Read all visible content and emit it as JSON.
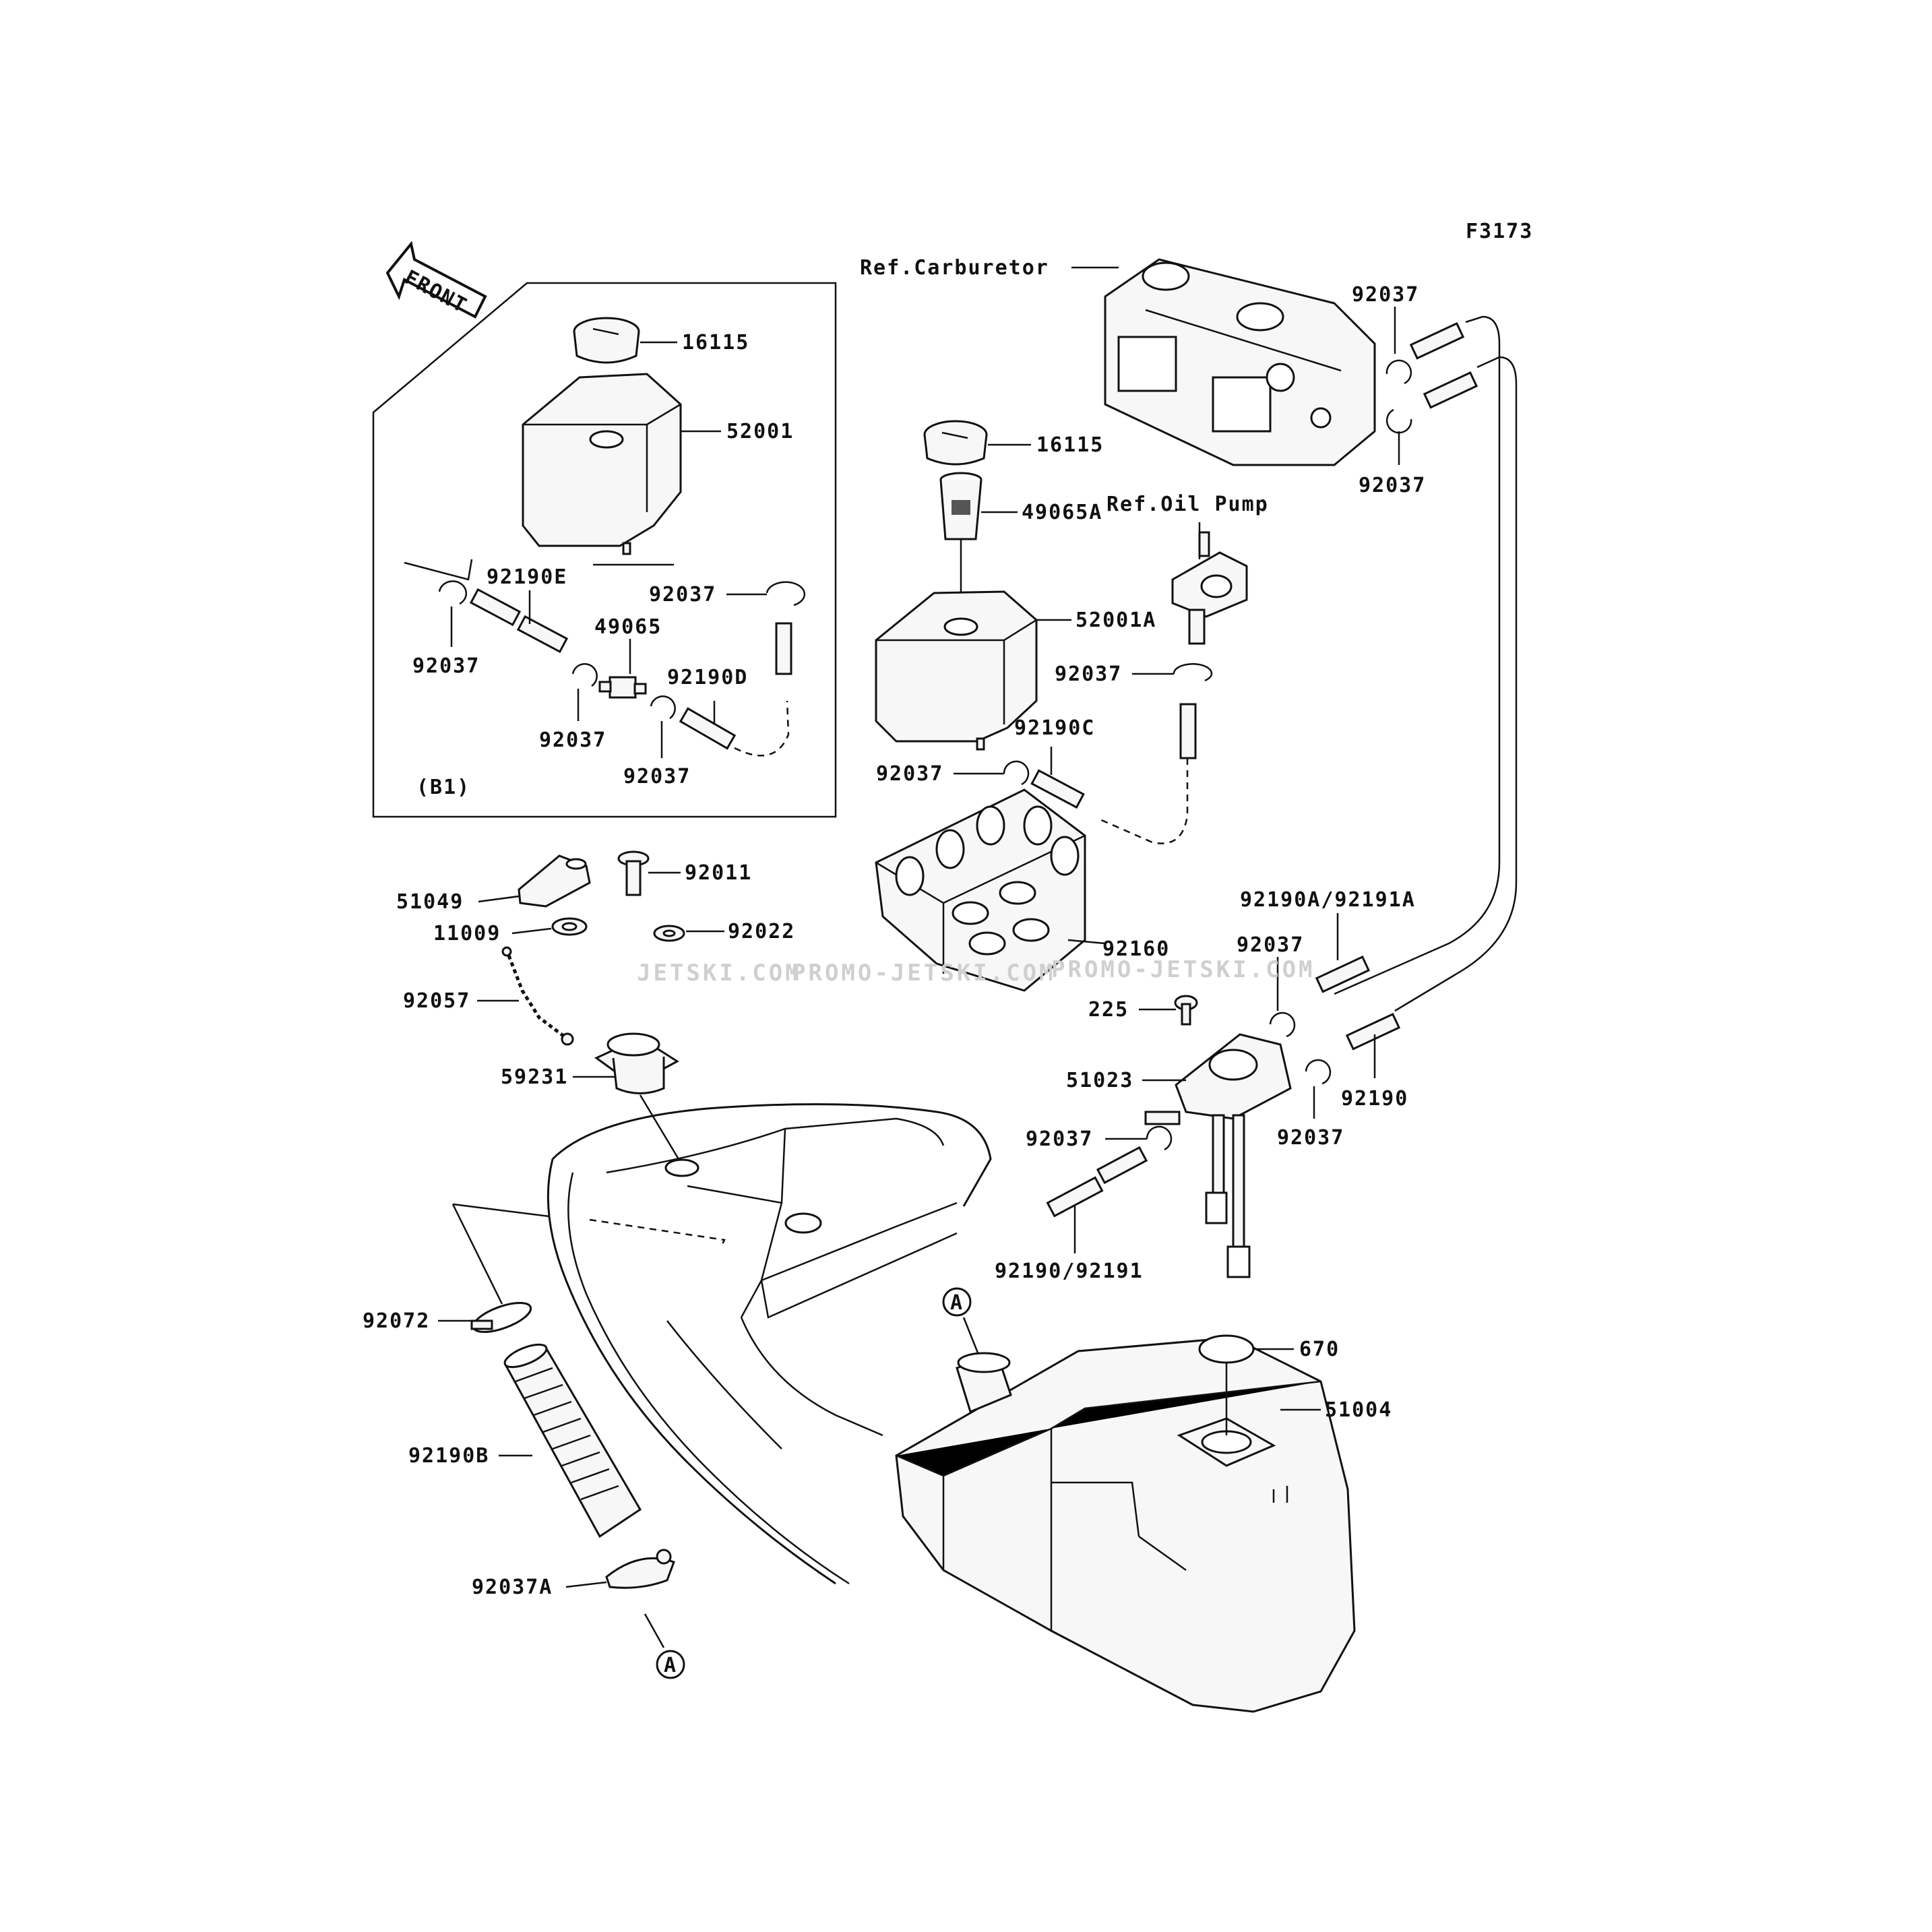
{
  "figure_code": "F3173",
  "front_label": "FRONT",
  "group_label": "(B1)",
  "ref_carburetor": "Ref.Carburetor",
  "ref_oil_pump": "Ref.Oil Pump",
  "marker_a": "A",
  "watermarks": [
    "JETSKI.COM",
    "PROMO-JETSKI.COM",
    "PROMO-JETSKI.COM"
  ],
  "parts": {
    "p16115_box": "16115",
    "p52001": "52001",
    "p92190e": "92190E",
    "p92037_b1": "92037",
    "p92037_b2": "92037",
    "p92037_b3": "92037",
    "p92037_b4": "92037",
    "p49065": "49065",
    "p92190d": "92190D",
    "p16115": "16115",
    "p49065a": "49065A",
    "p52001a": "52001A",
    "p92037_c1": "92037",
    "p92190c": "92190C",
    "p92037_c2": "92037",
    "p92160": "92160",
    "p92037_t1": "92037",
    "p92037_t2": "92037",
    "p92190a": "92190A/92191A",
    "p92037_r1": "92037",
    "p92190": "92190",
    "p92037_r2": "92037",
    "p225": "225",
    "p51023": "51023",
    "p92037_r3": "92037",
    "p92190_92191": "92190/92191",
    "p51049": "51049",
    "p92011": "92011",
    "p11009": "11009",
    "p92022": "92022",
    "p92057": "92057",
    "p59231": "59231",
    "p92072": "92072",
    "p92190b": "92190B",
    "p92037a": "92037A",
    "p670": "670",
    "p51004": "51004"
  }
}
